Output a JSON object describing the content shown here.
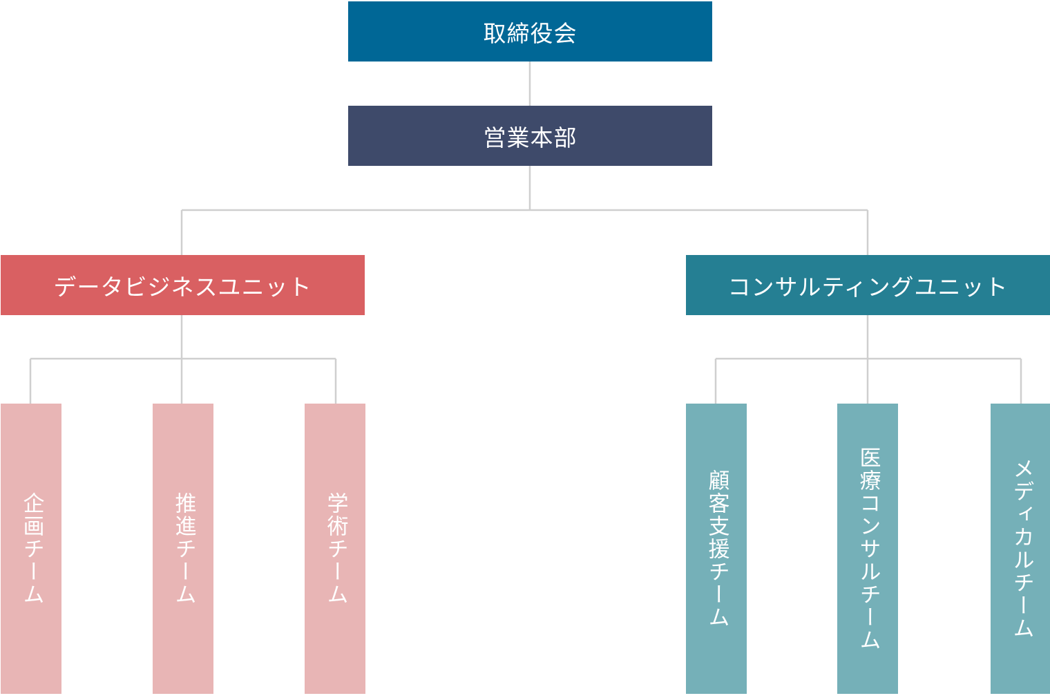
{
  "chart": {
    "board": {
      "label": "取締役会",
      "color": "#006796"
    },
    "sales_hq": {
      "label": "営業本部",
      "color": "#3e4a6a"
    },
    "units": [
      {
        "label": "データビジネスユニット",
        "color": "#d96062",
        "team_color": "#e8b5b5",
        "teams": [
          {
            "label": "企画チーム"
          },
          {
            "label": "推進チーム"
          },
          {
            "label": "学術チーム"
          }
        ]
      },
      {
        "label": "コンサルティングユニット",
        "color": "#257f93",
        "team_color": "#75b0b8",
        "teams": [
          {
            "label": "顧客支援チーム"
          },
          {
            "label": "医療コンサルチーム"
          },
          {
            "label": "メディカルチーム"
          }
        ]
      }
    ],
    "connector_color": "#cfcfcf"
  }
}
